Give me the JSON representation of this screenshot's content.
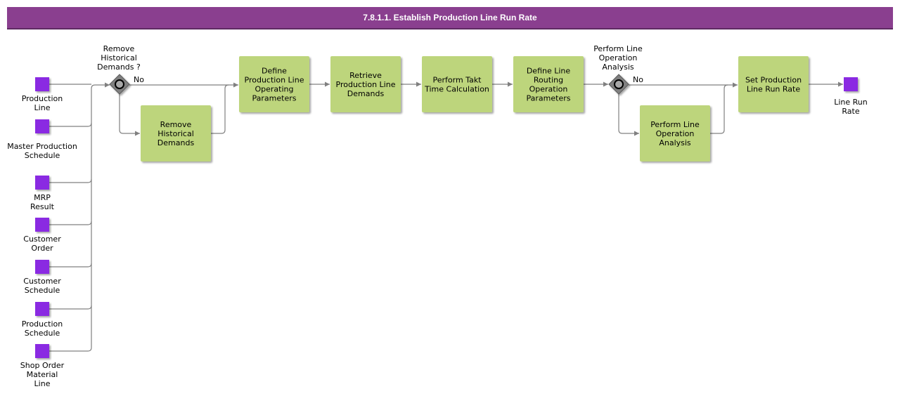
{
  "title": "7.8.1.1. Establish Production Line Run Rate",
  "colors": {
    "title_bar": "#8a3f8f",
    "task": "#bdd57c",
    "data_object": "#8a2be2",
    "gateway": "#808080",
    "connector": "#808080"
  },
  "inputs": [
    {
      "lines": [
        "Production",
        "Line"
      ]
    },
    {
      "lines": [
        "Master Production",
        "Schedule"
      ]
    },
    {
      "lines": [
        "MRP",
        "Result"
      ]
    },
    {
      "lines": [
        "Customer",
        "Order"
      ]
    },
    {
      "lines": [
        "Customer",
        "Schedule"
      ]
    },
    {
      "lines": [
        "Production",
        "Schedule"
      ]
    },
    {
      "lines": [
        "Shop Order",
        "Material",
        "Line"
      ]
    }
  ],
  "gateways": [
    {
      "lines": [
        "Remove",
        "Historical",
        "Demands ?"
      ],
      "branch_label": "No",
      "icon": "exclusive-gateway-icon"
    },
    {
      "lines": [
        "Perform Line",
        "Operation",
        "Analysis"
      ],
      "branch_label": "No",
      "icon": "exclusive-gateway-icon"
    }
  ],
  "tasks": [
    {
      "lines": [
        "Remove",
        "Historical",
        "Demands"
      ]
    },
    {
      "lines": [
        "Define",
        "Production Line",
        "Operating",
        "Parameters"
      ]
    },
    {
      "lines": [
        "Retrieve",
        "Production Line",
        "Demands"
      ]
    },
    {
      "lines": [
        "Perform Takt",
        "Time Calculation"
      ]
    },
    {
      "lines": [
        "Define Line",
        "Routing",
        "Operation",
        "Parameters"
      ]
    },
    {
      "lines": [
        "Perform Line",
        "Operation",
        "Analysis"
      ]
    },
    {
      "lines": [
        "Set Production",
        "Line Run Rate"
      ]
    }
  ],
  "output": {
    "lines": [
      "Line Run",
      "Rate"
    ]
  }
}
